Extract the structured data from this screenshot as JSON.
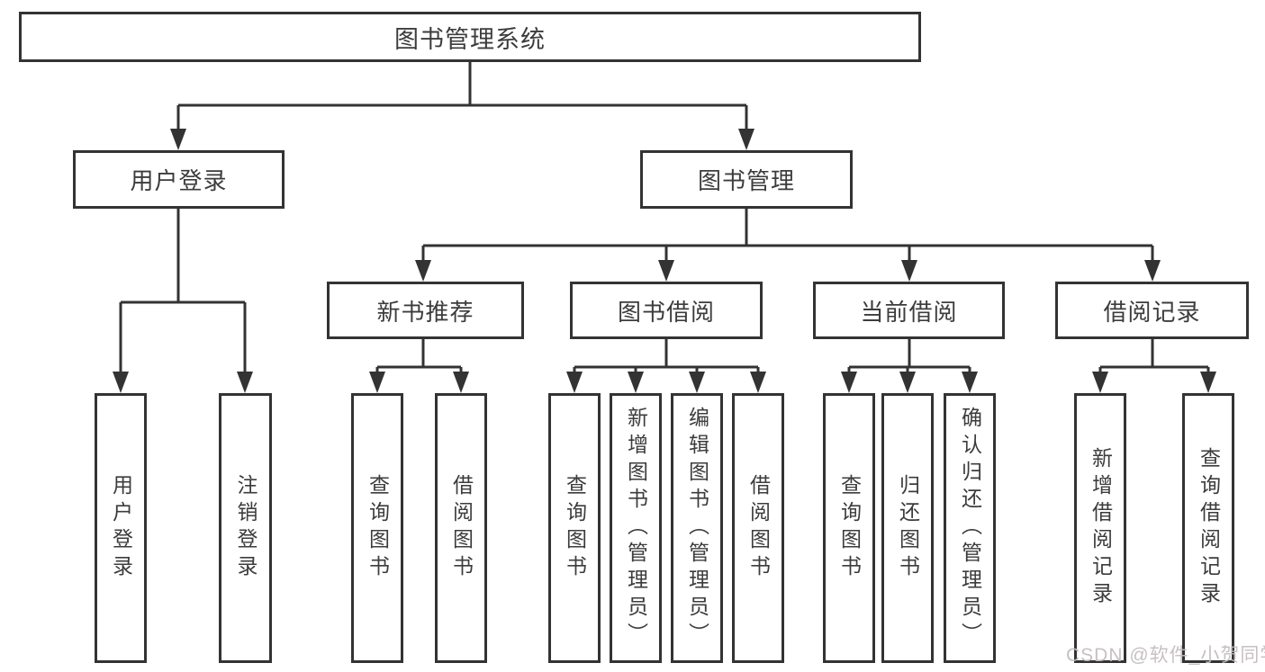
{
  "diagram": {
    "root": {
      "label": "图书管理系统"
    },
    "level2": {
      "user_login": {
        "label": "用户登录"
      },
      "book_management": {
        "label": "图书管理"
      }
    },
    "user_login_children": [
      {
        "label": "用户登录"
      },
      {
        "label": "注销登录"
      }
    ],
    "groups": [
      {
        "label": "新书推荐",
        "children": [
          {
            "label": "查询图书"
          },
          {
            "label": "借阅图书"
          }
        ]
      },
      {
        "label": "图书借阅",
        "children": [
          {
            "label": "查询图书"
          },
          {
            "label": "新增图书（管理员）"
          },
          {
            "label": "编辑图书（管理员）"
          },
          {
            "label": "借阅图书"
          }
        ]
      },
      {
        "label": "当前借阅",
        "children": [
          {
            "label": "查询图书"
          },
          {
            "label": "归还图书"
          },
          {
            "label": "确认归还（管理员）"
          }
        ]
      },
      {
        "label": "借阅记录",
        "children": [
          {
            "label": "新增借阅记录"
          },
          {
            "label": "查询借阅记录"
          }
        ]
      }
    ]
  },
  "watermark": {
    "text": "CSDN @软件_小贺同学"
  },
  "colors": {
    "line": "#333333",
    "text": "#3c3c3c",
    "background": "#ffffff",
    "watermark": "#c4bdbf"
  }
}
